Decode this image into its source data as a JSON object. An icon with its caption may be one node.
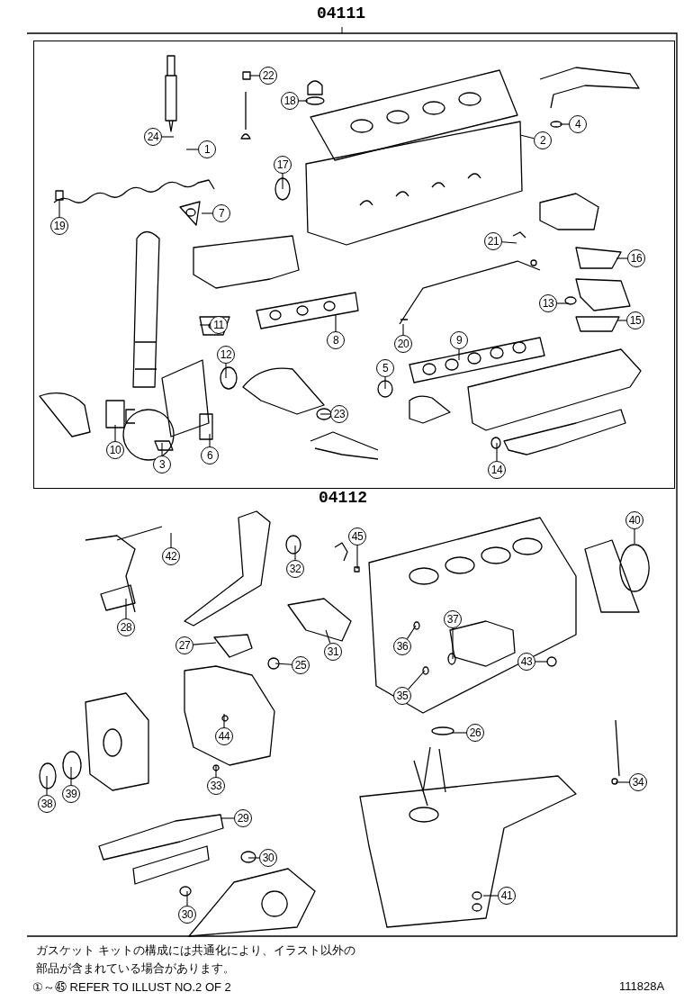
{
  "diagram": {
    "nodes": [
      {
        "text": [
          "04111"
        ]
      },
      {
        "text": [
          "22"
        ],
        "in": 0
      },
      {
        "text": [
          "18"
        ],
        "in": 0
      },
      {
        "text": [
          "24"
        ],
        "in": 0
      },
      {
        "text": [
          "1"
        ],
        "in": 0
      },
      {
        "text": [
          "4"
        ],
        "in": 0
      },
      {
        "text": [
          "2"
        ],
        "in": 0
      },
      {
        "text": [
          "17"
        ],
        "in": 0
      },
      {
        "text": [
          "19"
        ],
        "in": 0
      },
      {
        "text": [
          "7"
        ],
        "in": 0
      },
      {
        "text": [
          "21"
        ],
        "in": 0
      },
      {
        "text": [
          "16"
        ],
        "in": 0
      },
      {
        "text": [
          "13"
        ],
        "in": 0
      },
      {
        "text": [
          "15"
        ],
        "in": 0
      },
      {
        "text": [
          "11"
        ],
        "in": 0
      },
      {
        "text": [
          "8"
        ],
        "in": 0
      },
      {
        "text": [
          "20"
        ],
        "in": 0
      },
      {
        "text": [
          "9"
        ],
        "in": 0
      },
      {
        "text": [
          "12"
        ],
        "in": 0
      },
      {
        "text": [
          "5"
        ],
        "in": 0
      },
      {
        "text": [
          "23"
        ],
        "in": 0
      },
      {
        "text": [
          "10"
        ],
        "in": 0
      },
      {
        "text": [
          "3"
        ],
        "in": 0
      },
      {
        "text": [
          "6"
        ],
        "in": 0
      },
      {
        "text": [
          "14"
        ],
        "in": 0
      },
      {
        "text": [
          "40"
        ]
      },
      {
        "text": [
          "45"
        ]
      },
      {
        "text": [
          "42"
        ]
      },
      {
        "text": [
          "32"
        ]
      },
      {
        "text": [
          "28"
        ]
      },
      {
        "text": [
          "27"
        ]
      },
      {
        "text": [
          "31"
        ]
      },
      {
        "text": [
          "37"
        ]
      },
      {
        "text": [
          "36"
        ]
      },
      {
        "text": [
          "25"
        ]
      },
      {
        "text": [
          "43"
        ]
      },
      {
        "text": [
          "35"
        ]
      },
      {
        "text": [
          "44"
        ]
      },
      {
        "text": [
          "26"
        ]
      },
      {
        "text": [
          "33"
        ]
      },
      {
        "text": [
          "38"
        ]
      },
      {
        "text": [
          "39"
        ]
      },
      {
        "text": [
          "34"
        ]
      },
      {
        "text": [
          "29"
        ]
      },
      {
        "text": [
          "30"
        ]
      },
      {
        "text": [
          "30"
        ]
      },
      {
        "text": [
          "41"
        ]
      }
    ],
    "edges": [
      {
        "from": 1,
        "to": null,
        "arrow": "none"
      },
      {
        "from": 2,
        "to": null,
        "arrow": "none"
      },
      {
        "from": 3,
        "to": null,
        "arrow": "none"
      },
      {
        "from": 4,
        "to": null,
        "arrow": "none"
      },
      {
        "from": 5,
        "to": null,
        "arrow": "none"
      },
      {
        "from": 6,
        "to": null,
        "arrow": "none"
      },
      {
        "from": 7,
        "to": null,
        "arrow": "none"
      },
      {
        "from": 8,
        "to": null,
        "arrow": "none"
      },
      {
        "from": 9,
        "to": null,
        "arrow": "none"
      },
      {
        "from": 10,
        "to": null,
        "arrow": "none"
      },
      {
        "from": 11,
        "to": null,
        "arrow": "none"
      },
      {
        "from": 12,
        "to": null,
        "arrow": "none"
      },
      {
        "from": 13,
        "to": null,
        "arrow": "none"
      },
      {
        "from": 14,
        "to": null,
        "arrow": "none"
      },
      {
        "from": 15,
        "to": null,
        "arrow": "none"
      },
      {
        "from": 16,
        "to": null,
        "arrow": "none"
      },
      {
        "from": 17,
        "to": null,
        "arrow": "none"
      },
      {
        "from": 18,
        "to": null,
        "arrow": "none"
      },
      {
        "from": 19,
        "to": null,
        "arrow": "none"
      },
      {
        "from": 20,
        "to": null,
        "arrow": "none"
      },
      {
        "from": 21,
        "to": null,
        "arrow": "none"
      },
      {
        "from": 22,
        "to": null,
        "arrow": "none"
      },
      {
        "from": 23,
        "to": null,
        "arrow": "none"
      },
      {
        "from": 24,
        "to": null,
        "arrow": "none"
      },
      {
        "from": 25,
        "to": null,
        "arrow": "none"
      },
      {
        "from": 26,
        "to": null,
        "arrow": "none"
      },
      {
        "from": 27,
        "to": null,
        "arrow": "none"
      },
      {
        "from": 28,
        "to": null,
        "arrow": "none"
      },
      {
        "from": 29,
        "to": null,
        "arrow": "none"
      },
      {
        "from": 30,
        "to": null,
        "arrow": "none"
      },
      {
        "from": 31,
        "to": null,
        "arrow": "none"
      },
      {
        "from": 32,
        "to": null,
        "arrow": "none"
      },
      {
        "from": 33,
        "to": null,
        "arrow": "none"
      },
      {
        "from": 34,
        "to": null,
        "arrow": "none"
      },
      {
        "from": 35,
        "to": null,
        "arrow": "none"
      },
      {
        "from": 36,
        "to": null,
        "arrow": "none"
      },
      {
        "from": 37,
        "to": null,
        "arrow": "none"
      },
      {
        "from": 38,
        "to": null,
        "arrow": "none"
      },
      {
        "from": 39,
        "to": null,
        "arrow": "none"
      },
      {
        "from": 40,
        "to": null,
        "arrow": "none"
      },
      {
        "from": 41,
        "to": null,
        "arrow": "none"
      },
      {
        "from": 42,
        "to": null,
        "arrow": "none"
      },
      {
        "from": 43,
        "to": null,
        "arrow": "none"
      },
      {
        "from": 44,
        "to": null,
        "arrow": "none"
      },
      {
        "from": 45,
        "to": null,
        "arrow": "none"
      },
      {
        "from": 46,
        "to": null,
        "arrow": "none"
      }
    ],
    "labels": [
      "04112",
      "ガスケット キットの構成には共通化により、イラスト以外の部品が含まれている場合があります。",
      "①～㊺ REFER TO ILLUST NO.2 OF 2",
      "111828A"
    ]
  }
}
